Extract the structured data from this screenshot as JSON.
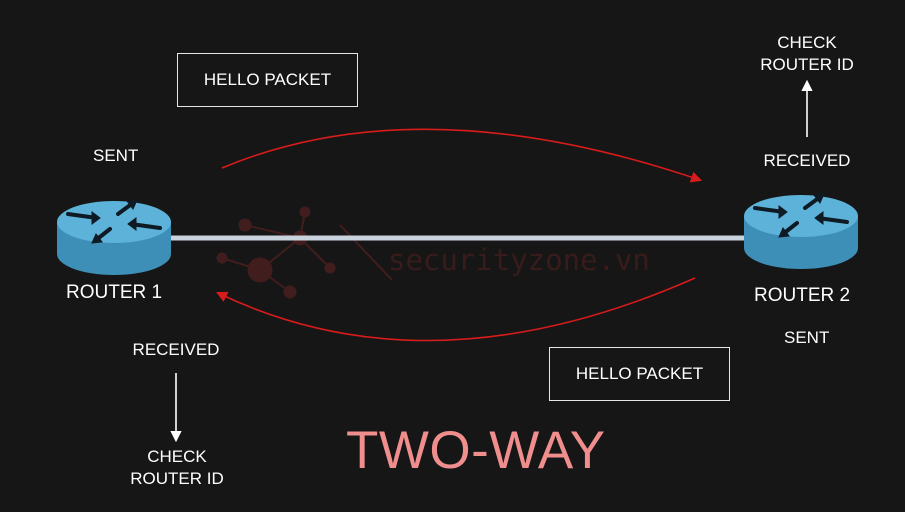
{
  "colors": {
    "background": "#161616",
    "text": "#ffffff",
    "arrow_red": "#d81b1b",
    "link_line": "#c9d3de",
    "router_top": "#4fa7cf",
    "router_body": "#3d8fb8",
    "title_color": "#f08e8e",
    "watermark": "#b23030"
  },
  "routers": [
    {
      "name": "ROUTER 1"
    },
    {
      "name": "ROUTER 2"
    }
  ],
  "labels": {
    "r1_sent": "SENT",
    "r1_received": "RECEIVED",
    "r1_check_line1": "CHECK",
    "r1_check_line2": "ROUTER ID",
    "r2_received": "RECEIVED",
    "r2_sent": "SENT",
    "r2_check_line1": "CHECK",
    "r2_check_line2": "ROUTER ID"
  },
  "packets": {
    "top": "HELLO PACKET",
    "bottom": "HELLO PACKET"
  },
  "title": "TWO-WAY",
  "watermark": "securityzone.vn"
}
